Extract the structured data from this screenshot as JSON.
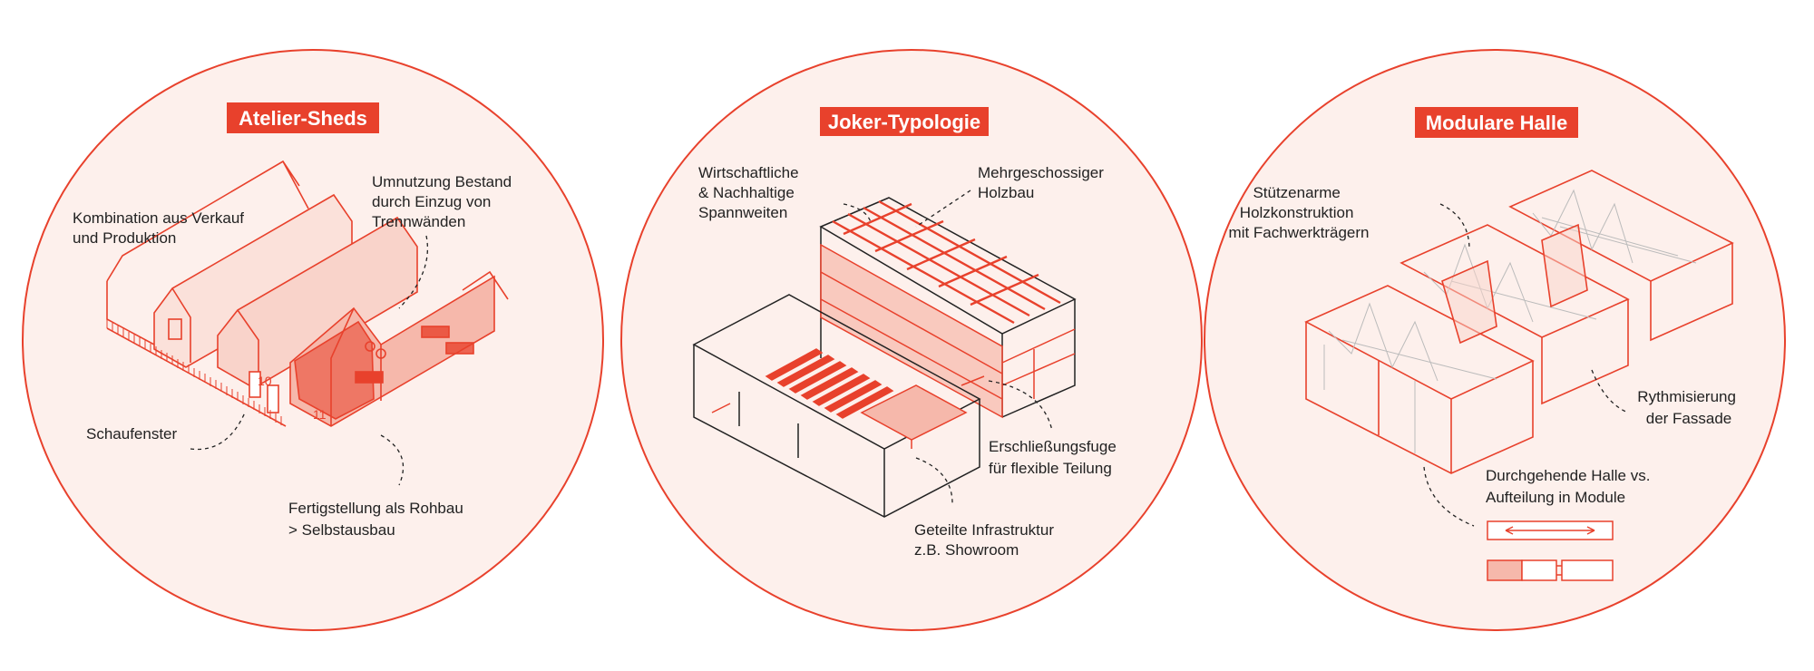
{
  "colors": {
    "accent": "#e8412c",
    "circle_fill": "#fdf0ec",
    "tint": "#f6b8ab",
    "tint_light": "#f9d3ca",
    "line_dark": "#222222"
  },
  "panels": [
    {
      "title": "Atelier-Sheds",
      "labels": {
        "kombination": [
          "Kombination aus Verkauf",
          "und Produktion"
        ],
        "umnutzung": [
          "Umnutzung Bestand",
          "durch Einzug von",
          "Trennwänden"
        ],
        "schaufenster": [
          "Schaufenster"
        ],
        "fertigstellung": [
          "Fertigstellung als Rohbau",
          "> Selbstausbau"
        ]
      },
      "unit_numbers": [
        "10",
        "11"
      ]
    },
    {
      "title": "Joker-Typologie",
      "labels": {
        "spannweiten": [
          "Wirtschaftliche",
          "& Nachhaltige",
          "Spannweiten"
        ],
        "holzbau": [
          "Mehrgeschossiger",
          "Holzbau"
        ],
        "fuge": [
          "Erschließungsfuge",
          "für flexible Teilung"
        ],
        "infrastruktur": [
          "Geteilte Infrastruktur",
          "z.B. Showroom"
        ]
      }
    },
    {
      "title": "Modulare  Halle",
      "labels": {
        "stuetzen": [
          "Stützenarme",
          "Holzkonstruktion",
          "mit Fachwerkträgern"
        ],
        "rythmus": [
          "Rythmisierung",
          "der Fassade"
        ],
        "halle": [
          "Durchgehende Halle vs.",
          "Aufteilung in Module"
        ]
      }
    }
  ]
}
